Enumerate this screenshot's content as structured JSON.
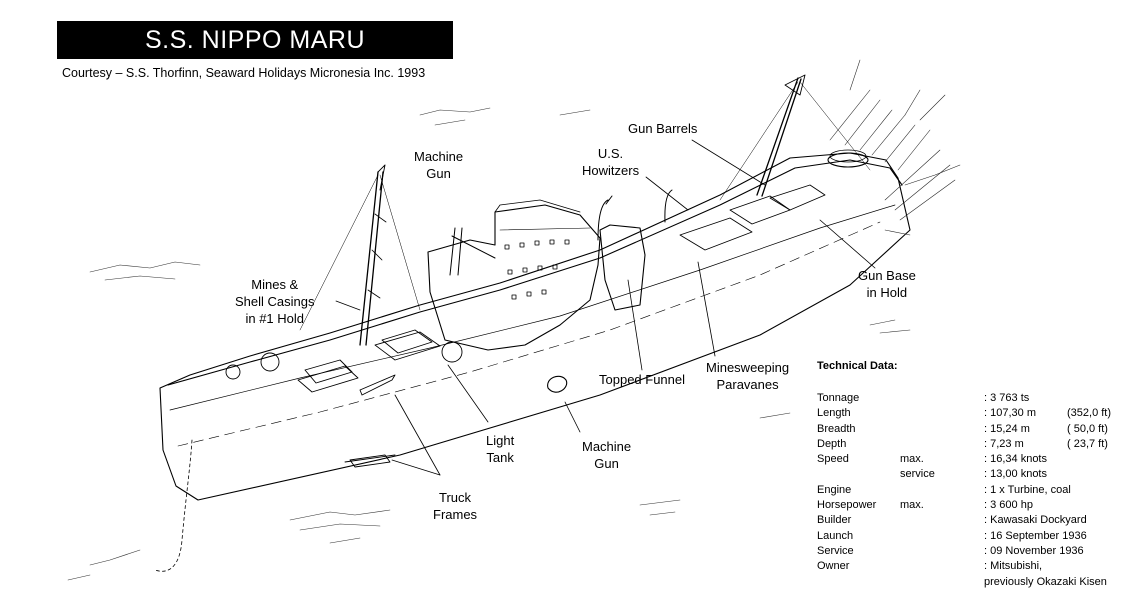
{
  "title": "S.S. NIPPO MARU",
  "courtesy": "Courtesy – S.S. Thorfinn, Seaward Holidays Micronesia Inc. 1993",
  "labels": {
    "machine_gun_top": "Machine\nGun",
    "us_howitzers": "U.S.\nHowitzers",
    "gun_barrels": "Gun Barrels",
    "mines_shell": "Mines &\nShell Casings\nin #1 Hold",
    "gun_base": "Gun Base\nin Hold",
    "topped_funnel": "Topped Funnel",
    "minesweeping": "Minesweeping\nParavanes",
    "light_tank": "Light\nTank",
    "machine_gun_bottom": "Machine\nGun",
    "truck_frames": "Truck\nFrames"
  },
  "tech": {
    "title": "Technical Data:",
    "rows": [
      {
        "label": "Tonnage",
        "qual": "",
        "value": ":  3 763 ts",
        "alt": ""
      },
      {
        "label": "Length",
        "qual": "",
        "value": ":  107,30 m",
        "alt": "(352,0 ft)"
      },
      {
        "label": "Breadth",
        "qual": "",
        "value": ":    15,24 m",
        "alt": "(  50,0 ft)"
      },
      {
        "label": "Depth",
        "qual": "",
        "value": ":      7,23 m",
        "alt": "(  23,7 ft)"
      },
      {
        "label": "Speed",
        "qual": "max.",
        "value": ":    16,34 knots",
        "alt": ""
      },
      {
        "label": "",
        "qual": "service",
        "value": ":    13,00 knots",
        "alt": ""
      },
      {
        "label": "Engine",
        "qual": "",
        "value": ": 1 x Turbine, coal",
        "alt": ""
      },
      {
        "label": "Horsepower",
        "qual": "max.",
        "value": ": 3 600 hp",
        "alt": ""
      },
      {
        "label": "Builder",
        "qual": "",
        "value": ": Kawasaki Dockyard",
        "alt": ""
      },
      {
        "label": "Launch",
        "qual": "",
        "value": ": 16 September 1936",
        "alt": ""
      },
      {
        "label": "Service",
        "qual": "",
        "value": ": 09 November 1936",
        "alt": ""
      },
      {
        "label": "Owner",
        "qual": "",
        "value": ": Mitsubishi,",
        "alt": ""
      },
      {
        "label": "",
        "qual": "",
        "value": "  previously Okazaki Kisen",
        "alt": ""
      }
    ]
  }
}
